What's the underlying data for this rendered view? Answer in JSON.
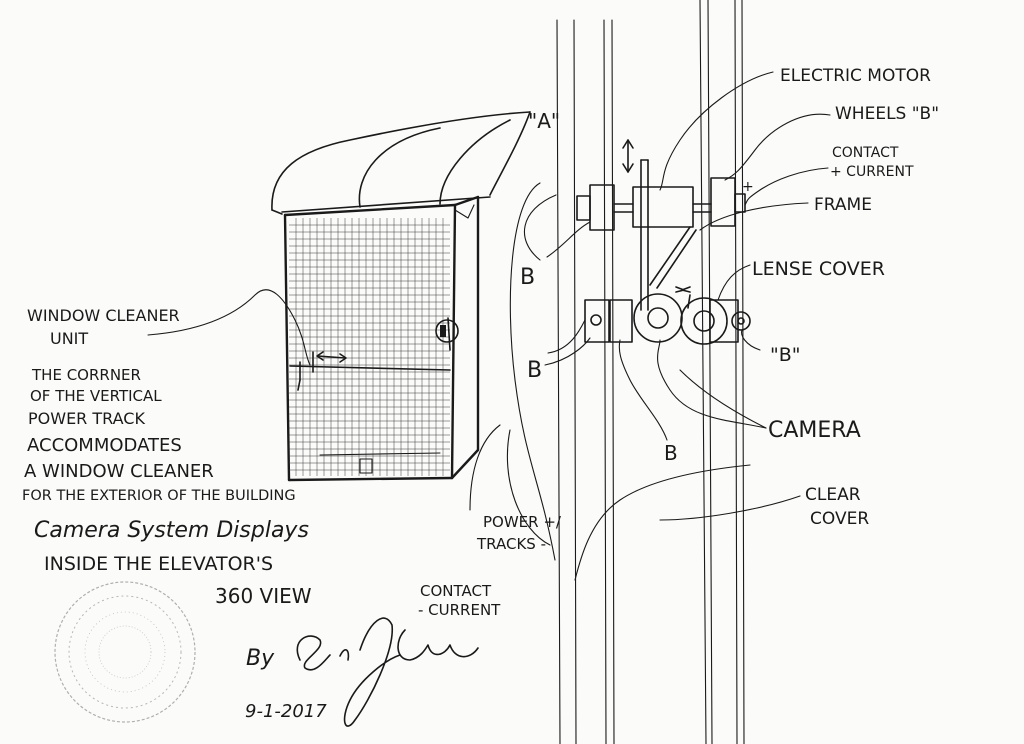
{
  "labels": {
    "electric_motor": "ELECTRIC MOTOR",
    "wheels_b": "WHEELS \"B\"",
    "contact_plus_1": "CONTACT",
    "contact_plus_2": "+ CURRENT",
    "plus_sign": "+",
    "frame": "FRAME",
    "lense_cover": "LENSE COVER",
    "camera": "CAMERA",
    "clear_cover_1": "CLEAR",
    "clear_cover_2": "COVER",
    "contact_minus_1": "CONTACT",
    "contact_minus_2": "- CURRENT",
    "power_tracks_1": "POWER +/",
    "power_tracks_2": "TRACKS -",
    "a_label": "\"A\"",
    "b_left_top": "B",
    "b_left_mid": "B",
    "b_bottom": "B",
    "b_right": "\"B\"",
    "window_cleaner_1": "WINDOW CLEANER",
    "window_cleaner_2": "UNIT"
  },
  "notes": [
    "THE CORRNER",
    "OF THE VERTICAL",
    "POWER TRACK",
    "ACCOMMODATES",
    "A WINDOW CLEANER",
    "FOR THE EXTERIOR OF THE BUILDING"
  ],
  "caption": [
    "Camera System Displays",
    "INSIDE THE ELEVATOR'S",
    "360 VIEW"
  ],
  "signature": {
    "by": "By",
    "name": "Eric J Crews",
    "date": "9-1-2017"
  }
}
